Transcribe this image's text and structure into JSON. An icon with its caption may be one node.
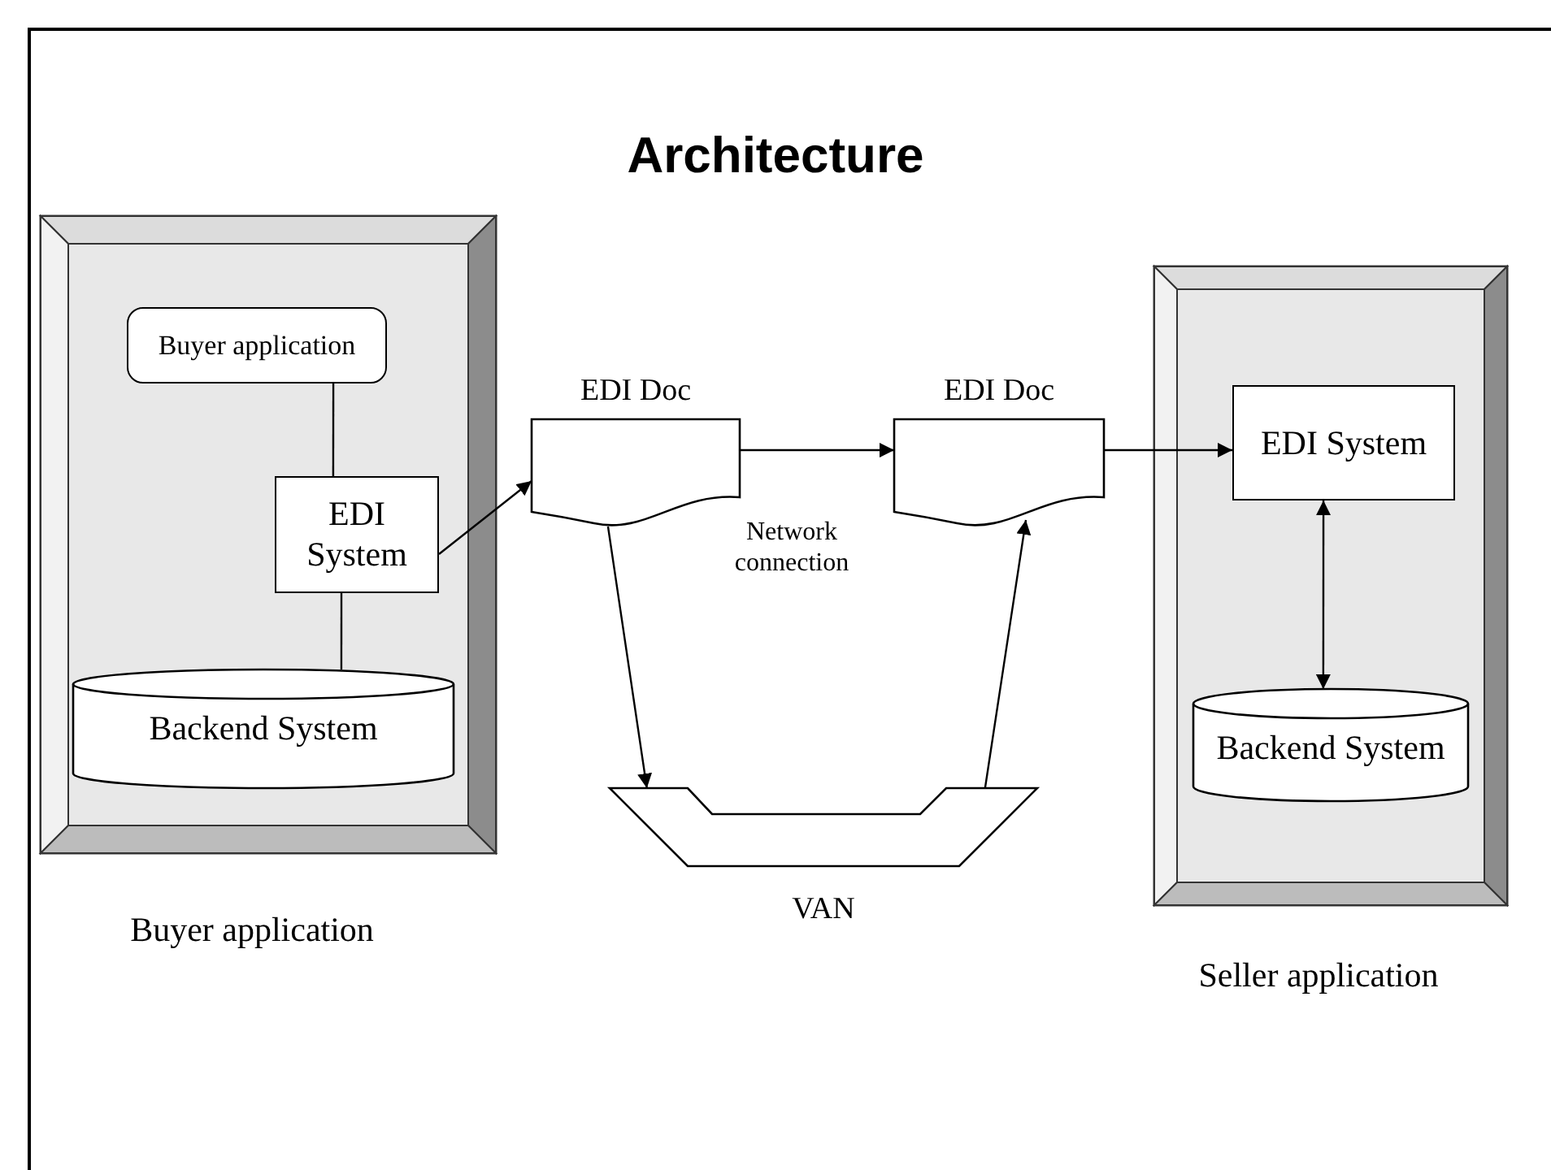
{
  "diagram": {
    "title": "Architecture",
    "nodes": [
      {
        "text": [],
        "shape": "box",
        "beside": [
          "Buyer application"
        ]
      },
      {
        "text": [
          "Buyer application"
        ],
        "in": 0
      },
      {
        "text": [
          "EDI System"
        ],
        "in": 0
      },
      {
        "text": [
          "Backend System"
        ],
        "in": 0
      },
      {
        "text": [
          "EDI Doc"
        ]
      },
      {
        "text": [
          "EDI Doc"
        ]
      },
      {
        "text": [
          "VAN"
        ]
      },
      {
        "text": [],
        "shape": "box",
        "beside": [
          "Seller application"
        ]
      },
      {
        "text": [
          "EDI System"
        ],
        "in": 7
      },
      {
        "text": [
          "Backend System"
        ],
        "in": 7
      }
    ],
    "edges": [
      {
        "from": 1,
        "to": 2,
        "arrow": "none"
      },
      {
        "from": 2,
        "to": 3,
        "arrow": "none"
      },
      {
        "from": 2,
        "to": 4,
        "arrow": "to"
      },
      {
        "from": 4,
        "to": 5,
        "arrow": "to",
        "label": "Network connection"
      },
      {
        "from": 4,
        "to": 6,
        "arrow": "to"
      },
      {
        "from": 6,
        "to": 5,
        "arrow": "to"
      },
      {
        "from": 5,
        "to": 8,
        "arrow": "to"
      },
      {
        "from": 8,
        "to": 9,
        "arrow": "both"
      }
    ]
  }
}
